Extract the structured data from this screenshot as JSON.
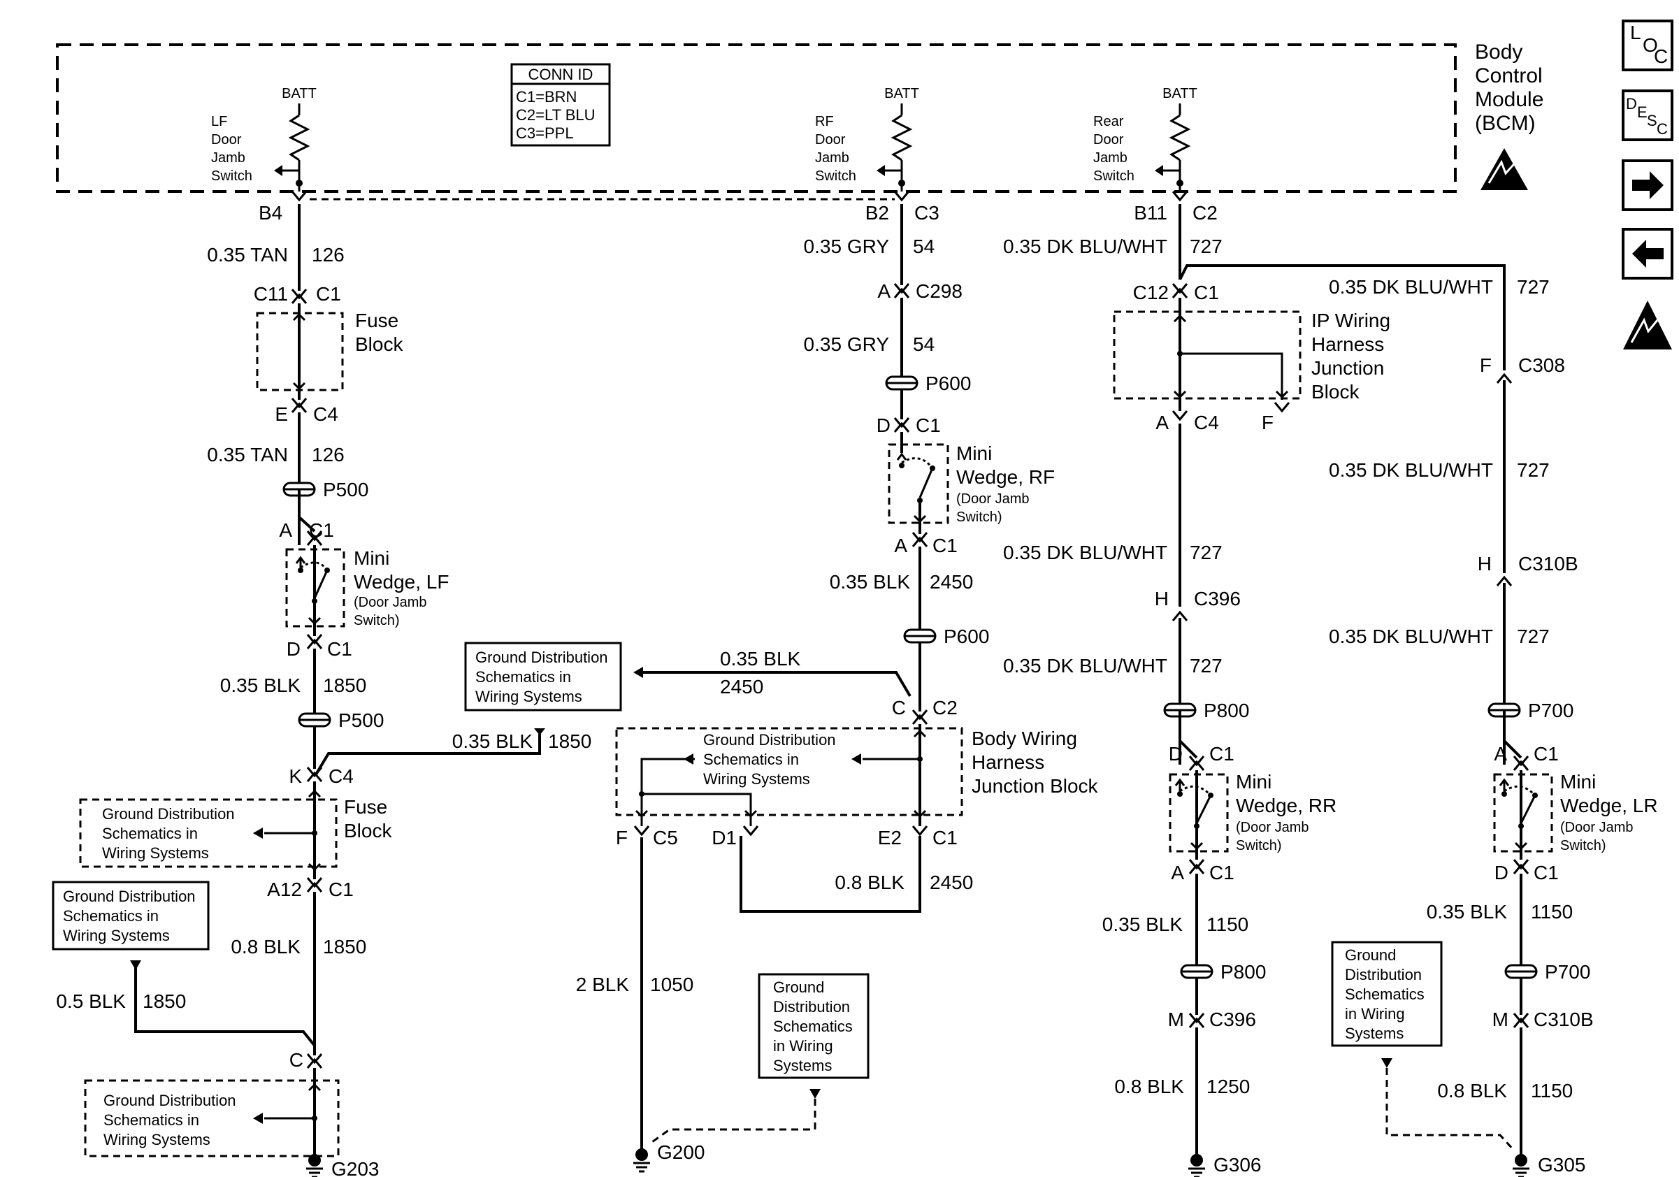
{
  "bcm": {
    "lines": [
      "Body",
      "Control",
      "Module",
      "(BCM)"
    ]
  },
  "conn_id": {
    "title": "CONN ID",
    "lines": [
      "C1=BRN",
      "C2=LT BLU",
      "C3=PPL"
    ]
  },
  "batt": "BATT",
  "lf_switch": [
    "LF",
    "Door",
    "Jamb",
    "Switch"
  ],
  "rf_switch": [
    "RF",
    "Door",
    "Jamb",
    "Switch"
  ],
  "rear_switch": [
    "Rear",
    "Door",
    "Jamb",
    "Switch"
  ],
  "side_icons": {
    "loc": "LOC",
    "desc": "DESC",
    "next": "next-arrow-icon",
    "prev": "prev-arrow-icon",
    "esd": "esd-warning-icon"
  },
  "gd": [
    "Ground Distribution",
    "Schematics in",
    "Wiring Systems"
  ],
  "gd_narrow": [
    "Ground",
    "Distribution",
    "Schematics",
    "in Wiring",
    "Systems"
  ],
  "fuse_block": [
    "Fuse",
    "Block"
  ],
  "ip_block": [
    "IP Wiring",
    "Harness",
    "Junction",
    "Block"
  ],
  "body_block": [
    "Body Wiring",
    "Harness",
    "Junction Block"
  ],
  "mini_lf": [
    "Mini",
    "Wedge, LF",
    "(Door Jamb",
    "Switch)"
  ],
  "mini_rf": [
    "Mini",
    "Wedge, RF",
    "(Door Jamb",
    "Switch)"
  ],
  "mini_rr": [
    "Mini",
    "Wedge, RR",
    "(Door Jamb",
    "Switch)"
  ],
  "mini_lr": [
    "Mini",
    "Wedge, LR",
    "(Door Jamb",
    "Switch)"
  ],
  "lf": {
    "b4": "B4",
    "w1": "0.35 TAN",
    "c1": "126",
    "c11": "C11",
    "c1b": "C1",
    "e": "E",
    "c4": "C4",
    "w2": "0.35 TAN",
    "c2": "126",
    "p500": "P500",
    "a": "A",
    "c1c": "C1",
    "d": "D",
    "c1d": "C1",
    "w3": "0.35 BLK",
    "c3": "1850",
    "p500b": "P500",
    "k": "K",
    "c4b": "C4",
    "wk": "0.35 BLK",
    "ck": "1850",
    "a12": "A12",
    "c1e": "C1",
    "w4": "0.8 BLK",
    "c4n": "1850",
    "w5": "0.5 BLK",
    "c5": "1850",
    "c": "C",
    "g203": "G203"
  },
  "rf": {
    "b2": "B2",
    "c3": "C3",
    "w1": "0.35 GRY",
    "n1": "54",
    "a": "A",
    "c298": "C298",
    "w2": "0.35 GRY",
    "n2": "54",
    "p600": "P600",
    "d": "D",
    "c1": "C1",
    "a2": "A",
    "c1b": "C1",
    "w3": "0.35 BLK",
    "n3": "2450",
    "p600b": "P600",
    "wg": "0.35 BLK",
    "ng": "2450",
    "c": "C",
    "c2": "C2",
    "f": "F",
    "c5": "C5",
    "d1": "D1",
    "e2": "E2",
    "c1c": "C1",
    "w4": "0.8 BLK",
    "n4": "2450",
    "w5": "2 BLK",
    "n5": "1050",
    "g200": "G200"
  },
  "rr": {
    "b11": "B11",
    "c2": "C2",
    "w1": "0.35 DK BLU/WHT",
    "n1": "727",
    "c12": "C12",
    "c1": "C1",
    "a": "A",
    "c4": "C4",
    "f": "F",
    "w2": "0.35 DK BLU/WHT",
    "n2": "727",
    "h": "H",
    "c396": "C396",
    "w3": "0.35 DK BLU/WHT",
    "n3": "727",
    "p800": "P800",
    "d": "D",
    "c1b": "C1",
    "a2": "A",
    "c1c": "C1",
    "w4": "0.35 BLK",
    "n4": "1150",
    "p800b": "P800",
    "m": "M",
    "c396b": "C396",
    "w5": "0.8 BLK",
    "n5": "1250",
    "g306": "G306"
  },
  "lr": {
    "w0": "0.35 DK BLU/WHT",
    "n0": "727",
    "f": "F",
    "c308": "C308",
    "w1": "0.35 DK BLU/WHT",
    "n1": "727",
    "h": "H",
    "c310b": "C310B",
    "w2": "0.35 DK BLU/WHT",
    "n2": "727",
    "p700": "P700",
    "a": "A",
    "c1": "C1",
    "d": "D",
    "c1b": "C1",
    "w3": "0.35 BLK",
    "n3": "1150",
    "p700b": "P700",
    "m": "M",
    "c310bb": "C310B",
    "w4": "0.8 BLK",
    "n4": "1150",
    "g305": "G305"
  }
}
